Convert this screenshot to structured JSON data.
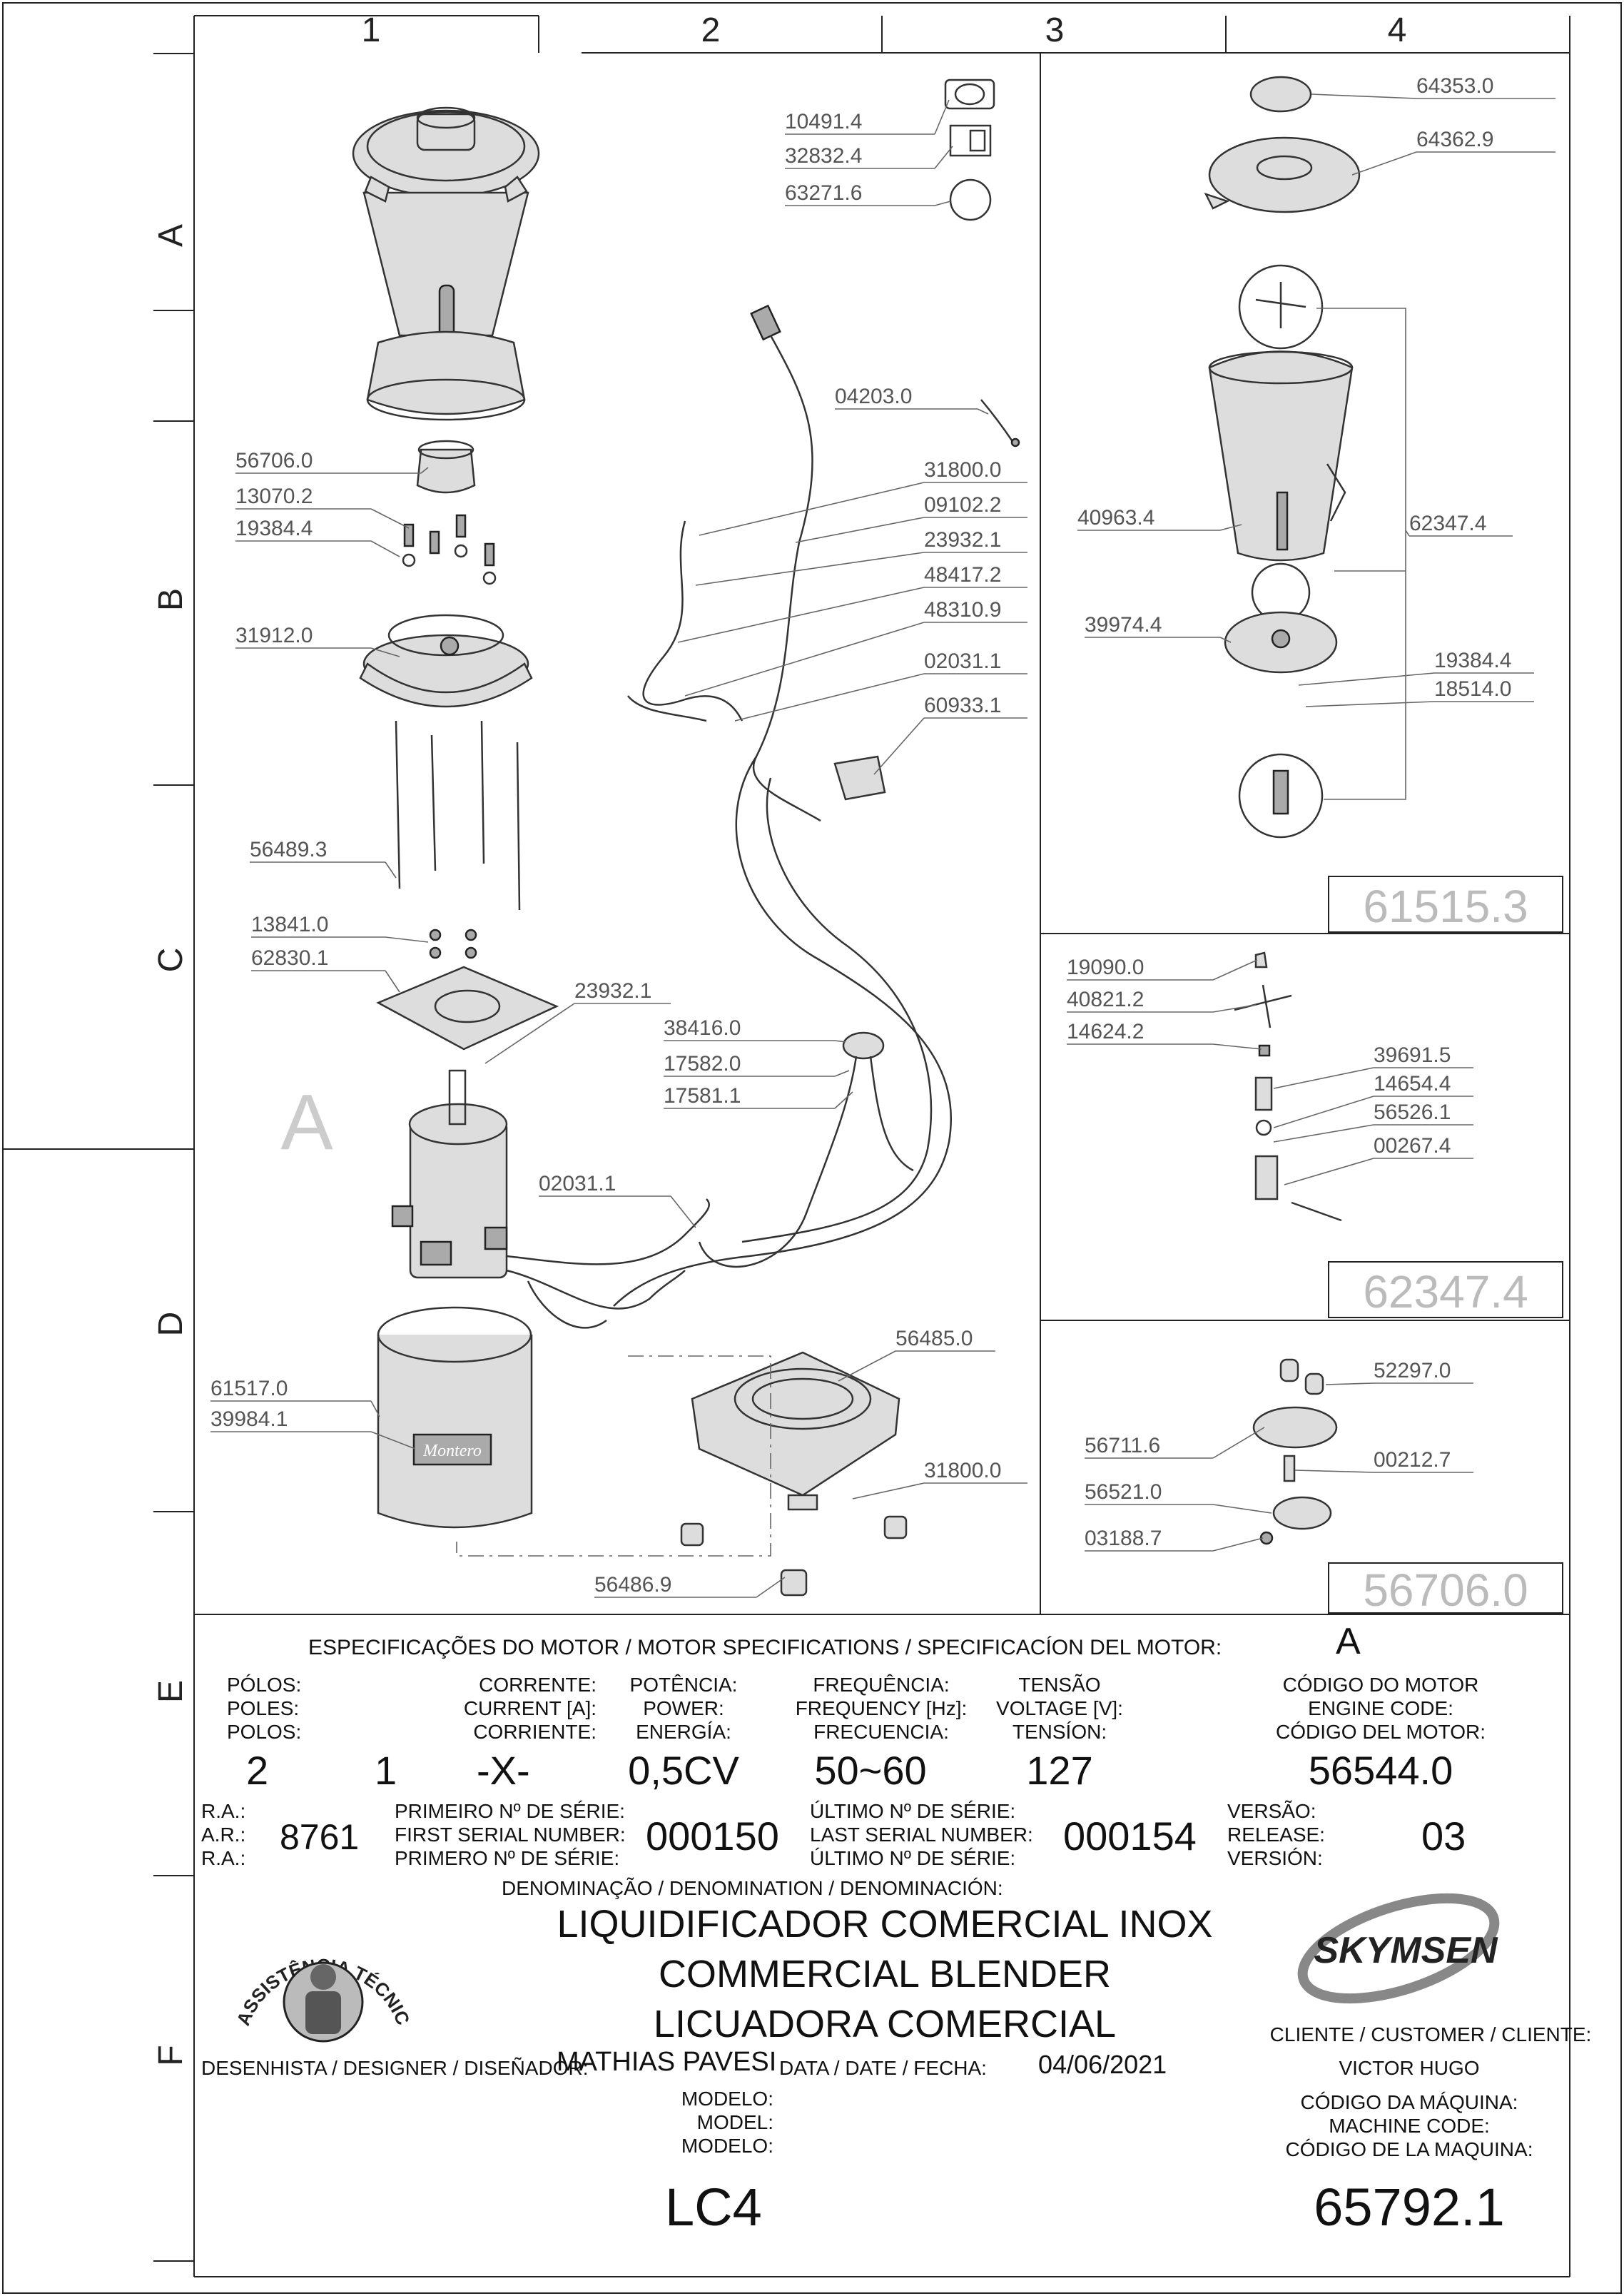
{
  "grid": {
    "columns": [
      "1",
      "2",
      "3",
      "4"
    ],
    "rows": [
      "A",
      "B",
      "C",
      "D",
      "E",
      "F"
    ]
  },
  "callouts": [
    "10491.4",
    "32832.4",
    "63271.6",
    "04203.0",
    "31800.0",
    "09102.2",
    "23932.1",
    "48417.2",
    "48310.9",
    "02031.1",
    "60933.1",
    "56706.0",
    "13070.2",
    "19384.4",
    "31912.0",
    "56489.3",
    "13841.0",
    "62830.1",
    "23932.1",
    "38416.0",
    "17582.0",
    "17581.1",
    "02031.1",
    "56485.0",
    "31800.0",
    "61517.0",
    "39984.1",
    "56486.9",
    "64353.0",
    "64362.9",
    "40963.4",
    "62347.4",
    "39974.4",
    "19384.4",
    "18514.0",
    "19090.0",
    "40821.2",
    "14624.2",
    "39691.5",
    "14654.4",
    "56526.1",
    "00267.4",
    "52297.0",
    "56711.6",
    "00212.7",
    "56521.0",
    "03188.7"
  ],
  "assembly_labels": {
    "motor_letter": "A",
    "sub1": "61515.3",
    "sub2": "62347.4",
    "sub3": "56706.0"
  },
  "brand_badge": "Montero",
  "specs": {
    "heading": "ESPECIFICAÇÕES DO MOTOR / MOTOR SPECIFICATIONS / SPECIFICACÍON DEL MOTOR:",
    "motor_letter": "A",
    "poles_labels": [
      "PÓLOS:",
      "POLES:",
      "POLOS:"
    ],
    "current_labels": [
      "CORRENTE:",
      "CURRENT [A]:",
      "CORRIENTE:"
    ],
    "power_labels": [
      "POTÊNCIA:",
      "POWER:",
      "ENERGÍA:"
    ],
    "frequency_labels": [
      "FREQUÊNCIA:",
      "FREQUENCY [Hz]:",
      "FRECUENCIA:"
    ],
    "voltage_labels": [
      "TENSÃO",
      "VOLTAGE [V]:",
      "TENSÍON:"
    ],
    "motor_code_labels": [
      "CÓDIGO DO MOTOR",
      "ENGINE CODE:",
      "CÓDIGO DEL MOTOR:"
    ],
    "poles": "2",
    "current_a": "1",
    "current_b": "-X-",
    "power": "0,5CV",
    "frequency": "50~60",
    "voltage": "127",
    "motor_code": "56544.0"
  },
  "serials": {
    "ra_labels": [
      "R.A.:",
      "A.R.:",
      "R.A.:"
    ],
    "ra_value": "8761",
    "first_labels": [
      "PRIMEIRO Nº DE SÉRIE:",
      "FIRST SERIAL NUMBER:",
      "PRIMERO Nº DE SÉRIE:"
    ],
    "first_value": "000150",
    "last_labels": [
      "ÚLTIMO Nº DE SÉRIE:",
      "LAST SERIAL NUMBER:",
      "ÚLTIMO Nº DE SÉRIE:"
    ],
    "last_value": "000154",
    "version_labels": [
      "VERSÃO:",
      "RELEASE:",
      "VERSIÓN:"
    ],
    "version_value": "03"
  },
  "title_block": {
    "denomination_label": "DENOMINAÇÃO / DENOMINATION / DENOMINACIÓN:",
    "name_pt": "LIQUIDIFICADOR COMERCIAL INOX",
    "name_en": "COMMERCIAL BLENDER",
    "name_es": "LICUADORA COMERCIAL",
    "designer_label": "DESENHISTA / DESIGNER / DISEÑADOR:",
    "designer": "MATHIAS PAVESI",
    "date_label": "DATA / DATE / FECHA:",
    "date": "04/06/2021",
    "model_labels": [
      "MODELO:",
      "MODEL:",
      "MODELO:"
    ],
    "model": "LC4",
    "customer_label": "CLIENTE / CUSTOMER / CLIENTE:",
    "customer": "VICTOR HUGO",
    "machine_code_labels": [
      "CÓDIGO DA MÁQUINA:",
      "MACHINE CODE:",
      "CÓDIGO DE LA MAQUINA:"
    ],
    "machine_code": "65792.1",
    "logo_text": "SKYMSEN",
    "seal_text": "ASSISTÊNCIA TÉCNICA AUTORIZADA"
  }
}
